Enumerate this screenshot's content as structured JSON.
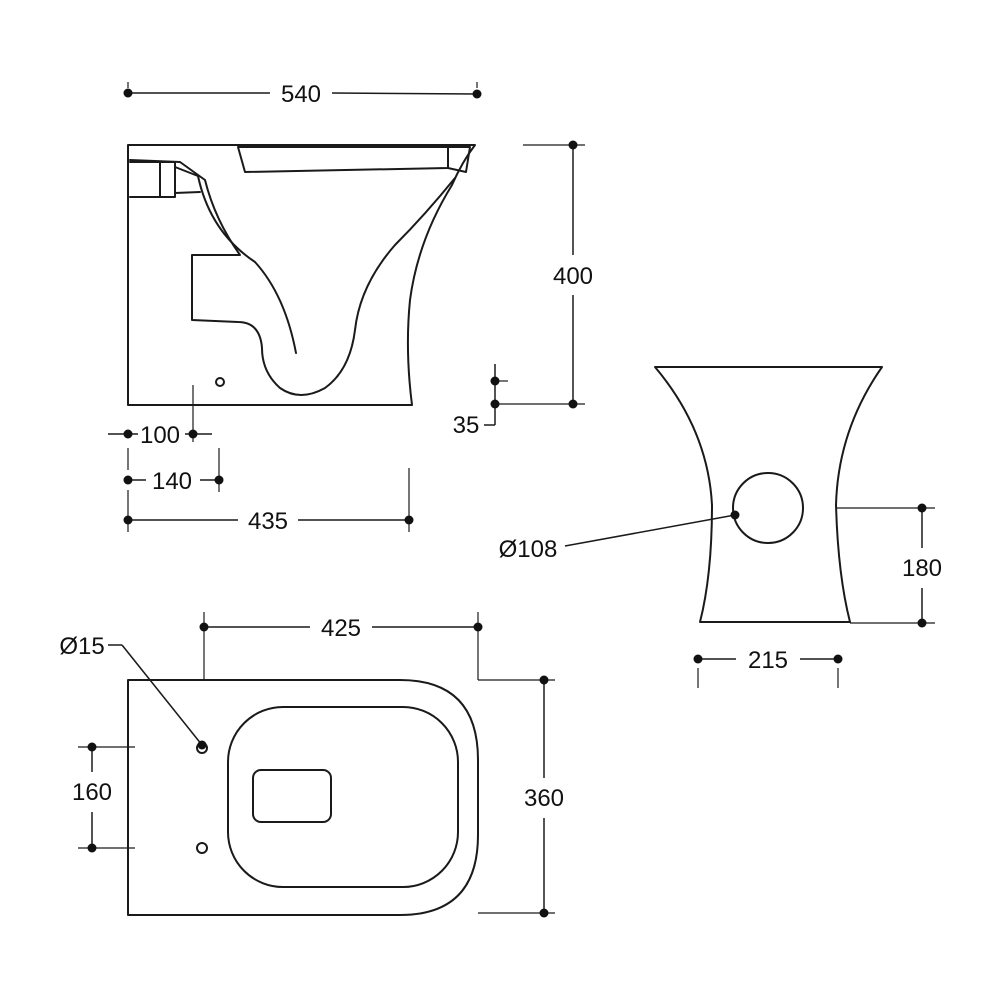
{
  "views": {
    "side": "side-view",
    "rear": "rear-view",
    "top": "top-view"
  },
  "dimensions": {
    "overall_length": "540",
    "height": "400",
    "floor_offset": "35",
    "fix_100": "100",
    "fix_140": "140",
    "length_435": "435",
    "outlet_diameter": "Ø108",
    "outlet_height": "180",
    "rear_width": "215",
    "fix_spacing": "425",
    "hole_diameter": "Ø15",
    "hole_pitch": "160",
    "width": "360"
  },
  "colors": {
    "line": "#1a1a1a",
    "background": "#ffffff"
  }
}
